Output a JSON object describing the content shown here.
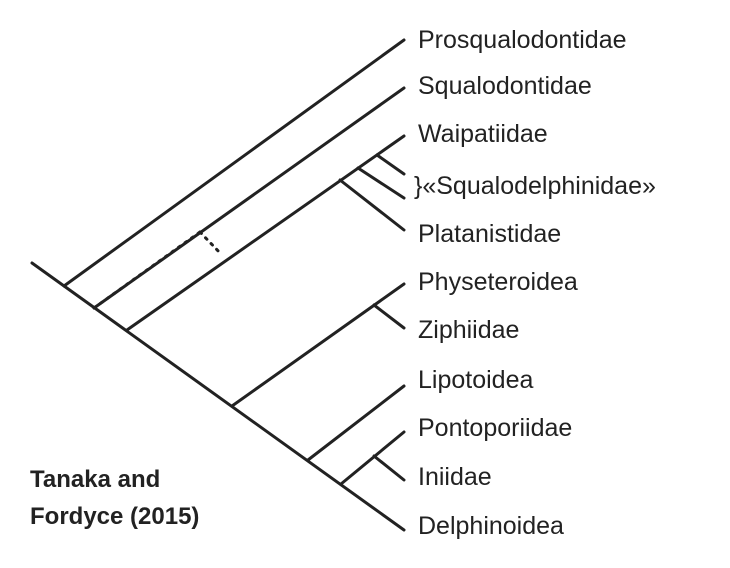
{
  "credit": {
    "line1": "Tanaka and",
    "line2": "Fordyce  (2015)"
  },
  "taxa": [
    "Prosqualodontidae",
    "Squalodontidae",
    "Waipatiidae",
    "}«Squalodelphinidae»",
    "Platanistidae",
    "Physeteroidea",
    "Ziphiidae",
    "Lipotoidea",
    "Pontoporiidae",
    "Iniidae",
    "Delphinoidea"
  ],
  "colors": {
    "line": "#222222",
    "text": "#222222",
    "background": "#ffffff"
  }
}
